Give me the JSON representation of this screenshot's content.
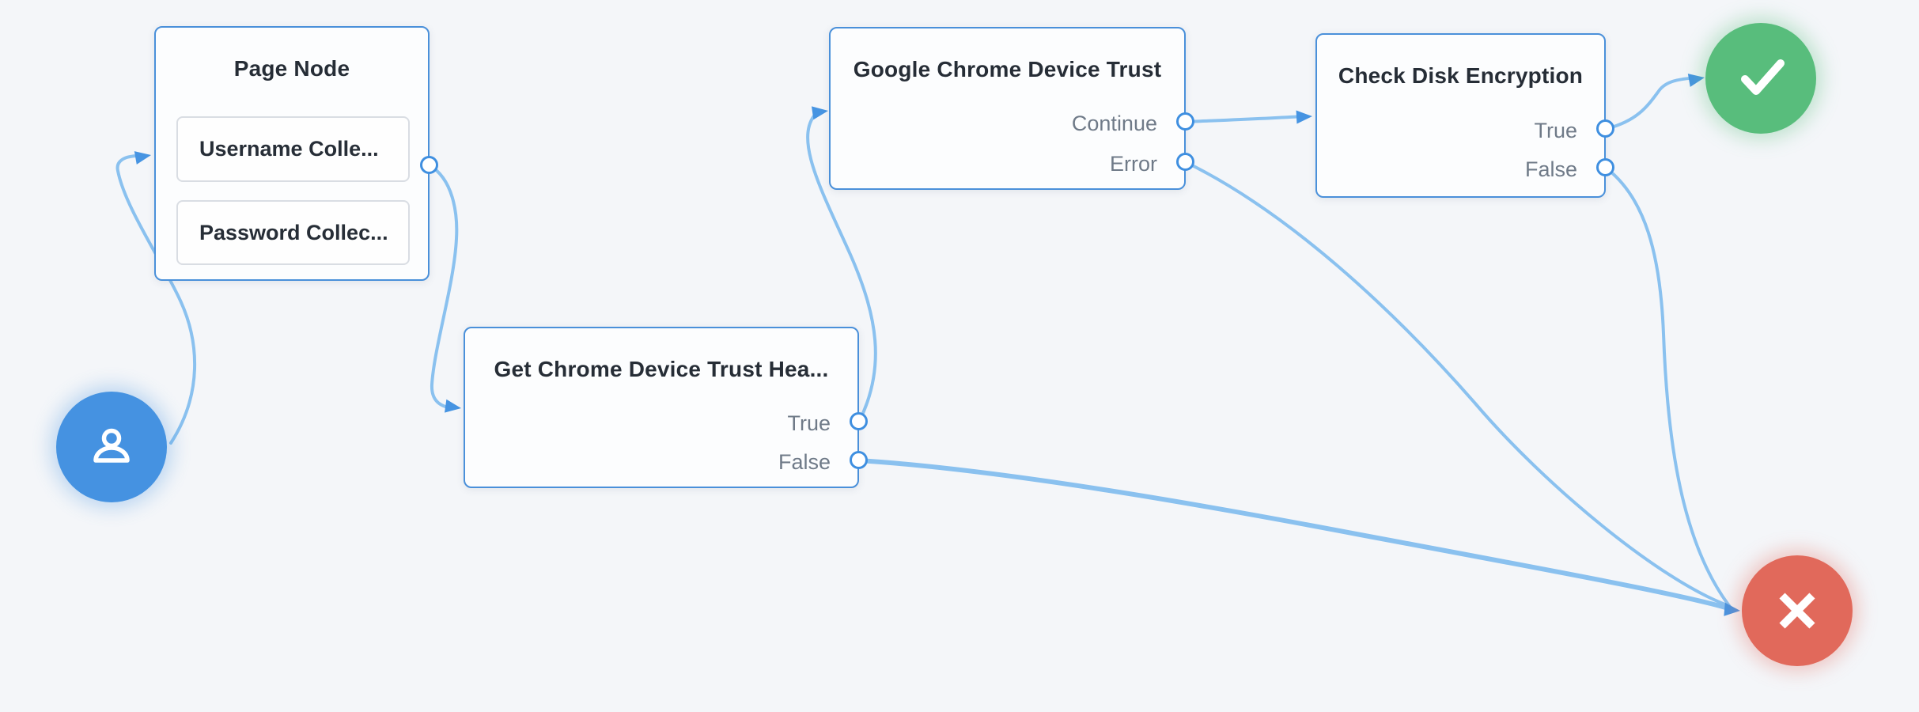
{
  "flow": {
    "start_node": {
      "id": "start",
      "icon": "user-icon"
    },
    "nodes": [
      {
        "id": "page-node",
        "title": "Page Node",
        "fields": [
          {
            "label": "Username Colle..."
          },
          {
            "label": "Password Collec..."
          }
        ]
      },
      {
        "id": "get-chrome-device-trust",
        "title": "Get Chrome Device Trust Hea...",
        "outputs": [
          {
            "label": "True"
          },
          {
            "label": "False"
          }
        ]
      },
      {
        "id": "google-chrome-device-trust",
        "title": "Google Chrome Device Trust",
        "outputs": [
          {
            "label": "Continue"
          },
          {
            "label": "Error"
          }
        ]
      },
      {
        "id": "check-disk-encryption",
        "title": "Check Disk Encryption",
        "outputs": [
          {
            "label": "True"
          },
          {
            "label": "False"
          }
        ]
      }
    ],
    "end_nodes": [
      {
        "id": "success",
        "icon": "check-icon"
      },
      {
        "id": "failure",
        "icon": "x-icon"
      }
    ],
    "edges": [
      {
        "from": "start",
        "to": "page-node"
      },
      {
        "from": "page-node",
        "to": "get-chrome-device-trust"
      },
      {
        "from": "get-chrome-device-trust.True",
        "to": "google-chrome-device-trust"
      },
      {
        "from": "get-chrome-device-trust.False",
        "to": "failure"
      },
      {
        "from": "google-chrome-device-trust.Continue",
        "to": "check-disk-encryption"
      },
      {
        "from": "google-chrome-device-trust.Error",
        "to": "failure"
      },
      {
        "from": "check-disk-encryption.True",
        "to": "success"
      },
      {
        "from": "check-disk-encryption.False",
        "to": "failure"
      }
    ]
  },
  "colors": {
    "canvas_bg": "#f4f6f9",
    "node_border": "#4a90da",
    "node_bg": "#fcfdfe",
    "edge": "#8ac1ef",
    "arrow": "#4694e2",
    "port_stroke": "#3f8fe0",
    "title_text": "#262d36",
    "label_text": "#6f7a88",
    "start_bg": "#4592e1",
    "success_bg": "#58bd7c",
    "failure_bg": "#e1695b"
  }
}
